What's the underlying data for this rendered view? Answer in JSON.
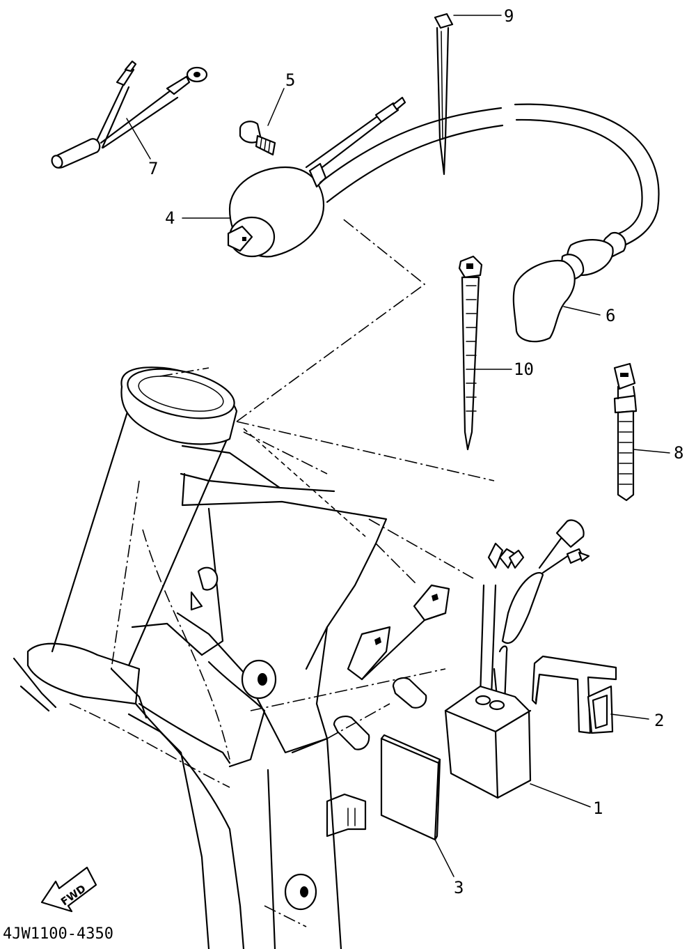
{
  "callouts": [
    {
      "id": "1",
      "label": "1"
    },
    {
      "id": "2",
      "label": "2"
    },
    {
      "id": "3",
      "label": "3"
    },
    {
      "id": "4",
      "label": "4"
    },
    {
      "id": "5",
      "label": "5"
    },
    {
      "id": "6",
      "label": "6"
    },
    {
      "id": "7",
      "label": "7"
    },
    {
      "id": "8",
      "label": "8"
    },
    {
      "id": "9",
      "label": "9"
    },
    {
      "id": "10",
      "label": "10"
    }
  ],
  "direction_badge": {
    "label": "FWD"
  },
  "drawing_code": "4JW1100-4350"
}
